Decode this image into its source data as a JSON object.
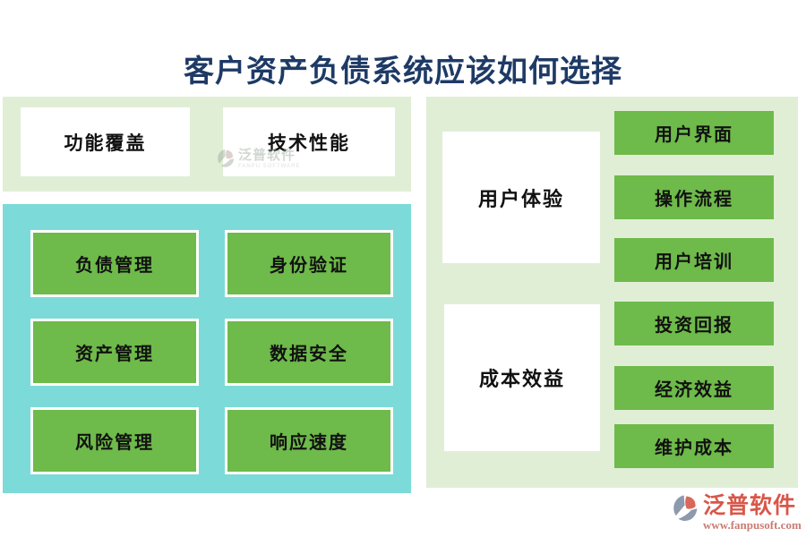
{
  "title": "客户资产负债系统应该如何选择",
  "top_left_panel": {
    "items": [
      {
        "label": "功能覆盖"
      },
      {
        "label": "技术性能"
      }
    ]
  },
  "grid_panel": {
    "items": [
      {
        "label": "负债管理"
      },
      {
        "label": "身份验证"
      },
      {
        "label": "资产管理"
      },
      {
        "label": "数据安全"
      },
      {
        "label": "风险管理"
      },
      {
        "label": "响应速度"
      }
    ]
  },
  "right_panel": {
    "groups": [
      {
        "label": "用户体验",
        "items": [
          {
            "label": "用户界面"
          },
          {
            "label": "操作流程"
          },
          {
            "label": "用户培训"
          }
        ]
      },
      {
        "label": "成本效益",
        "items": [
          {
            "label": "投资回报"
          },
          {
            "label": "经济效益"
          },
          {
            "label": "维护成本"
          }
        ]
      }
    ]
  },
  "watermark": {
    "name": "泛普软件",
    "subtitle": "FANPU SOFTWARE"
  },
  "brand": {
    "name": "泛普软件",
    "url": "www.fanpusoft.com"
  },
  "colors": {
    "title_navy": "#1e3a66",
    "panel_light_green": "#e0eed6",
    "panel_teal": "#7cdbd8",
    "box_green": "#6eba4a",
    "box_border_white": "#ffffff",
    "brand_red": "#d8574a",
    "brand_url_red": "#c97c72"
  }
}
